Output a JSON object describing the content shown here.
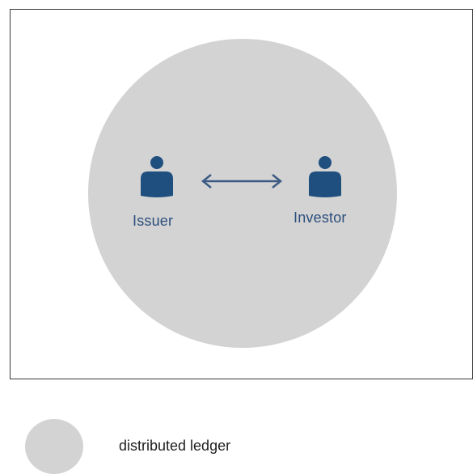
{
  "diagram": {
    "actors": [
      {
        "label": "Issuer",
        "icon": "person-icon"
      },
      {
        "label": "Investor",
        "icon": "person-icon"
      }
    ],
    "connection": {
      "type": "bidirectional-arrow",
      "icon": "double-headed-arrow-icon"
    },
    "colors": {
      "ledger": "#d3d3d3",
      "actor": "#1f4f7f",
      "label": "#2c4f7c",
      "arrow": "#3d5a84"
    }
  },
  "legend": {
    "items": [
      {
        "label": "distributed ledger",
        "color": "#d3d3d3"
      }
    ]
  }
}
